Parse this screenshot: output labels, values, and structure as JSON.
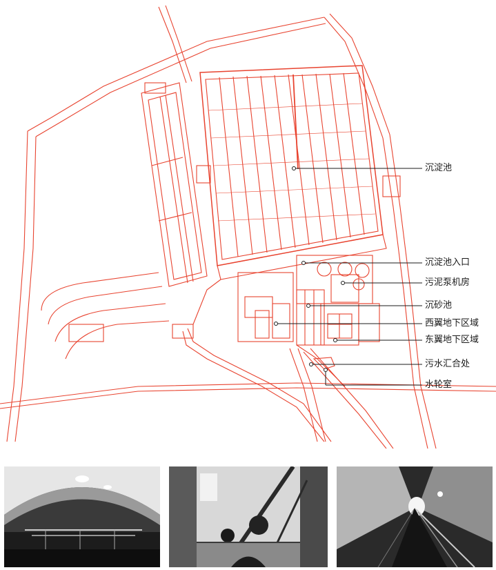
{
  "labels": {
    "settling_tanks": "沉淀池",
    "settling_inlet": "沉淀池入口",
    "sludge_pump_house": "污泥泵机房",
    "grit_chamber": "沉砂池",
    "west_wing_underground": "西翼地下区域",
    "east_wing_underground": "东翼地下区域",
    "sewage_confluence": "污水汇合处",
    "water_wheel_room": "水轮室"
  },
  "colors": {
    "plan_line": "#e8432f",
    "callout_line": "#1a1a1a"
  }
}
